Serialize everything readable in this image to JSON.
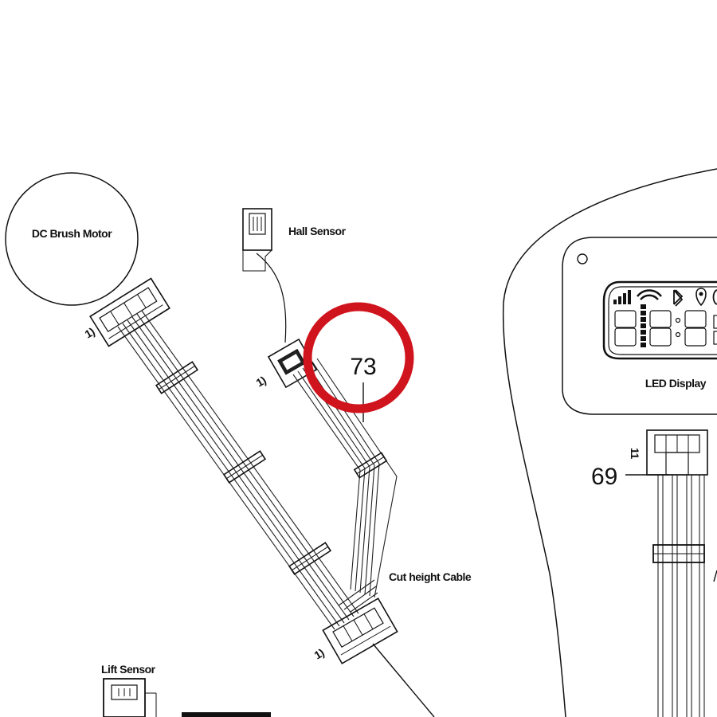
{
  "labels": {
    "dc_brush_motor": "DC Brush Motor",
    "hall_sensor": "Hall Sensor",
    "led_display": "LED Display",
    "cut_height_cable": "Cut height Cable",
    "lift_sensor": "Lift Sensor"
  },
  "part_numbers": {
    "callout_73": "73",
    "callout_69": "69"
  },
  "connector_marks": {
    "motor_pin_mark": "1)",
    "hall_pin_mark": "1)",
    "cable_pin_mark": "1)",
    "display_pin_mark": "11"
  },
  "highlight": {
    "color": "#d0141e",
    "target": "callout_73"
  }
}
